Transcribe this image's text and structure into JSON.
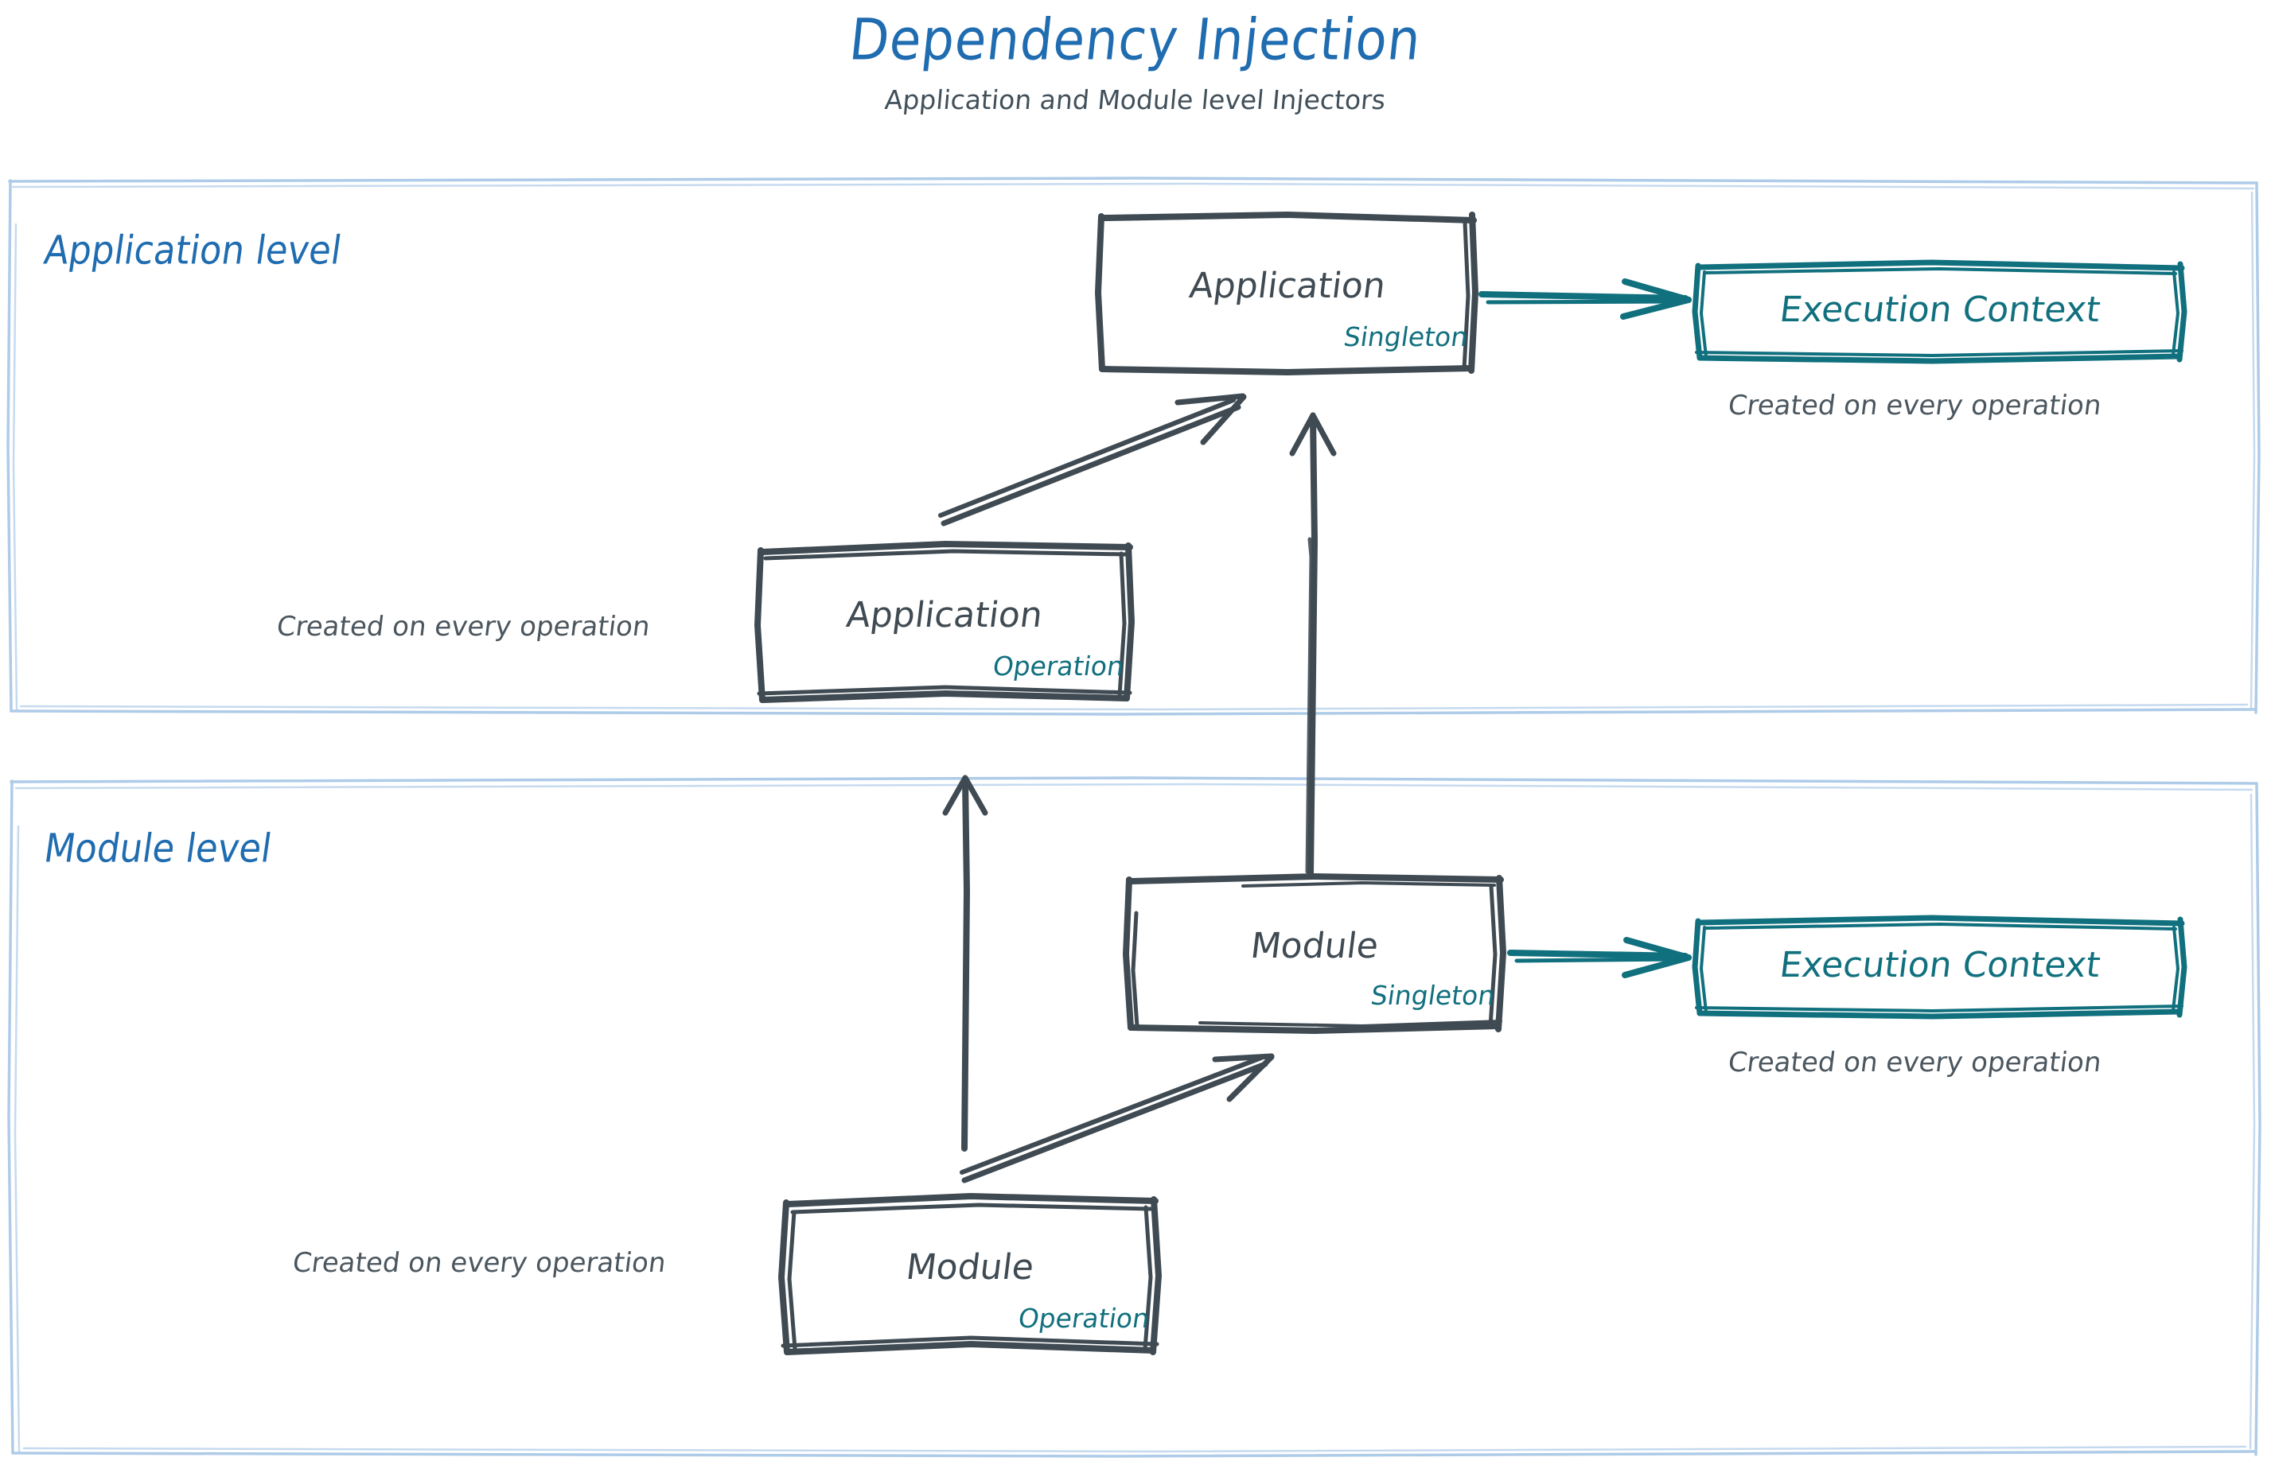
{
  "header": {
    "title": "Dependency Injection",
    "subtitle": "Application and Module level Injectors",
    "title_color": "#1f6cb0",
    "subtitle_color": "#41505a"
  },
  "palette": {
    "accent_blue": "#1f6cb0",
    "lane_border": "#aecbe8",
    "node_stroke": "#3f4a52",
    "teal": "#11707e",
    "annotation": "#4b565e",
    "background": "#ffffff"
  },
  "lanes": [
    {
      "id": "application",
      "label": "Application level"
    },
    {
      "id": "module",
      "label": "Module level"
    }
  ],
  "nodes": [
    {
      "id": "app-singleton",
      "title": "Application",
      "scope": "Singleton",
      "lane": "application"
    },
    {
      "id": "app-operation",
      "title": "Application",
      "scope": "Operation",
      "lane": "application"
    },
    {
      "id": "mod-singleton",
      "title": "Module",
      "scope": "Singleton",
      "lane": "module"
    },
    {
      "id": "mod-operation",
      "title": "Module",
      "scope": "Operation",
      "lane": "module"
    },
    {
      "id": "ctx-app",
      "title": "Execution Context",
      "lane": "application"
    },
    {
      "id": "ctx-mod",
      "title": "Execution Context",
      "lane": "module"
    }
  ],
  "annotations": [
    {
      "id": "ctx-app-note",
      "text": "Created on every operation"
    },
    {
      "id": "ctx-mod-note",
      "text": "Created on every operation"
    },
    {
      "id": "app-oper-note",
      "text": "Created on every operation"
    },
    {
      "id": "mod-oper-note",
      "text": "Created on every operation"
    }
  ],
  "edges": [
    {
      "id": "app-operation-to-app-singleton",
      "from": "app-operation",
      "to": "app-singleton",
      "style": "diagonal",
      "color": "#3f4a52"
    },
    {
      "id": "mod-singleton-to-app-singleton",
      "from": "mod-singleton",
      "to": "app-singleton",
      "style": "vertical",
      "color": "#3f4a52"
    },
    {
      "id": "mod-operation-to-app-operation",
      "from": "mod-operation",
      "to": "app-operation",
      "style": "vertical",
      "color": "#3f4a52"
    },
    {
      "id": "mod-operation-to-mod-singleton",
      "from": "mod-operation",
      "to": "mod-singleton",
      "style": "diagonal",
      "color": "#3f4a52"
    },
    {
      "id": "app-singleton-to-ctx-app",
      "from": "app-singleton",
      "to": "ctx-app",
      "style": "horizontal",
      "color": "#11707e"
    },
    {
      "id": "mod-singleton-to-ctx-mod",
      "from": "mod-singleton",
      "to": "ctx-mod",
      "style": "horizontal",
      "color": "#11707e"
    }
  ]
}
